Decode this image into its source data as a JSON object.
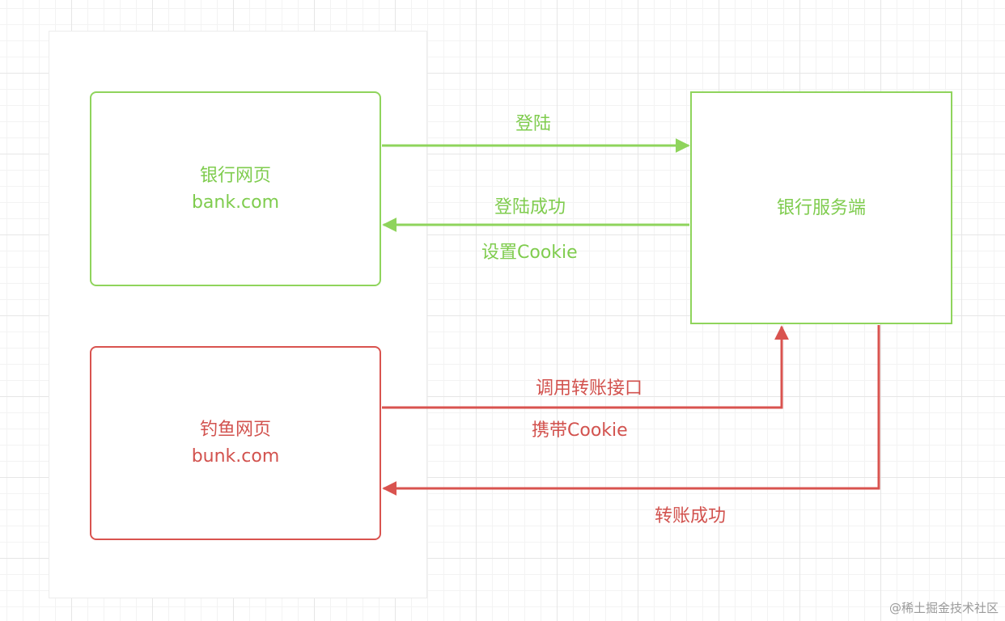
{
  "nodes": {
    "bank_page": {
      "title": "银行网页",
      "subtitle": "bank.com"
    },
    "bank_server": {
      "title": "银行服务端"
    },
    "phish_page": {
      "title": "钓鱼网页",
      "subtitle": "bunk.com"
    }
  },
  "edges": {
    "login": "登陆",
    "login_success": "登陆成功",
    "set_cookie": "设置Cookie",
    "call_transfer": "调用转账接口",
    "carry_cookie": "携带Cookie",
    "transfer_success": "转账成功"
  },
  "colors": {
    "green": "#8fd45c",
    "red": "#d9534f"
  },
  "watermark": "@稀土掘金技术社区"
}
